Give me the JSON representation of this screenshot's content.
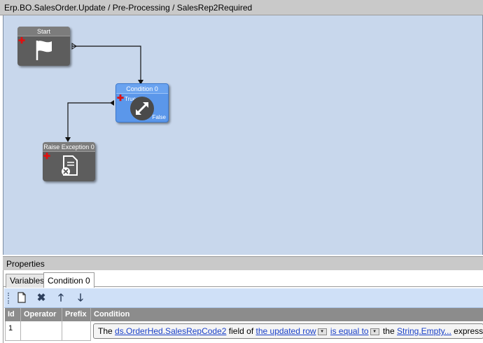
{
  "breadcrumb": "Erp.BO.SalesOrder.Update / Pre-Processing / SalesRep2Required",
  "nodes": {
    "start": {
      "title": "Start",
      "icon": "flag-icon"
    },
    "condition": {
      "title": "Condition 0",
      "true_label": "True",
      "false_label": "False",
      "icon": "diamond-arrow-icon"
    },
    "raise": {
      "title": "Raise Exception 0",
      "icon": "document-error-icon"
    }
  },
  "properties": {
    "title": "Properties",
    "tabs": [
      {
        "label": "Variables",
        "active": false
      },
      {
        "label": "Condition 0",
        "active": true
      }
    ],
    "toolbar": [
      "new-icon",
      "delete-icon",
      "move-up-icon",
      "move-down-icon"
    ],
    "table": {
      "headers": [
        "Id",
        "Operator",
        "Prefix",
        "Condition"
      ],
      "rows": [
        {
          "id": "1",
          "operator": "",
          "prefix": "",
          "condition": {
            "p1": "The",
            "link1": "ds.OrderHed.SalesRepCode2",
            "p2": "field of",
            "link2": "the updated row",
            "link3": "is equal to",
            "p3": "the",
            "link4": "String.Empty...",
            "p4": "expression"
          }
        }
      ]
    }
  },
  "colors": {
    "canvas": "#c8d7ec",
    "node_gray": "#5d5d5d",
    "node_blue": "#5b97ea",
    "link": "#1a40c8",
    "add_marker": "#e01010"
  }
}
